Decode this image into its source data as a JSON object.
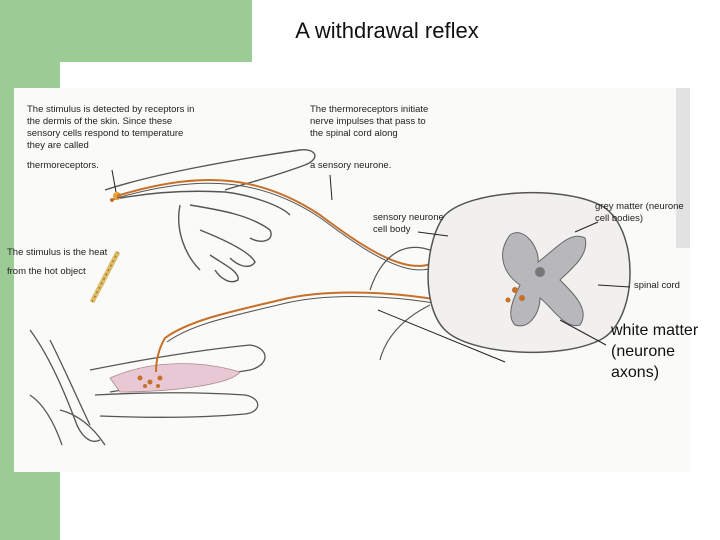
{
  "title": "A withdrawal reflex",
  "labels": {
    "stimulus_detected": "The stimulus is detected by receptors in the dermis of the skin. Since these sensory cells respond to temperature they are called",
    "thermoreceptors": "thermoreceptors.",
    "thermoreceptors_initiate": "The thermoreceptors initiate nerve impulses that pass to the spinal cord along",
    "sensory_neurone": "a sensory neurone.",
    "sensory_neurone_cell_body": "sensory neurone cell body",
    "grey_matter": "grey matter (neurone cell bodies)",
    "stimulus_heat": "The stimulus is the heat",
    "hot_object": "from the hot object",
    "spinal_cord": "spinal cord",
    "white_matter": "white matter (neurone axons)"
  },
  "colors": {
    "accent_green": "#9ccc96",
    "nerve": "#c8702a",
    "grey_matter": "#b8b8bc",
    "skin_outline": "#555555"
  }
}
